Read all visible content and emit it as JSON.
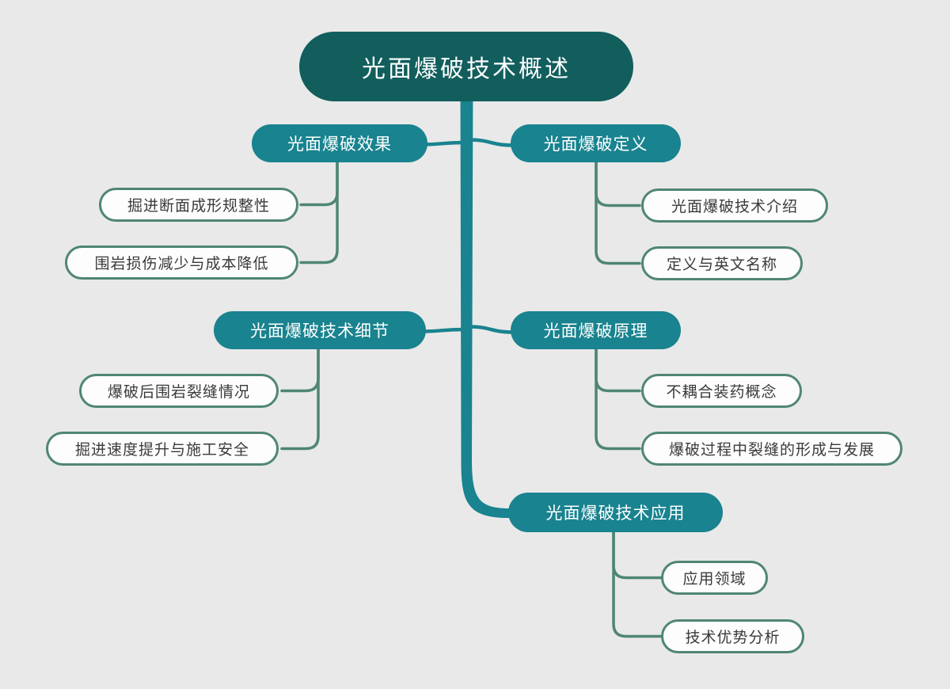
{
  "title": "光面爆破技术概述",
  "colors": {
    "background": "#e9e9e9",
    "root_fill": "#115e5d",
    "branch_fill": "#19838f",
    "trunk_line": "#19838f",
    "leaf_border": "#4f8673",
    "leaf_fill": "#fdfdfd",
    "leaf_text": "#3a3a3a",
    "node_text": "#ffffff"
  },
  "mindmap": {
    "root": {
      "label": "光面爆破技术概述"
    },
    "branches": [
      {
        "label": "光面爆破效果",
        "side": "left",
        "children": [
          "掘进断面成形规整性",
          "围岩损伤减少与成本降低"
        ]
      },
      {
        "label": "光面爆破定义",
        "side": "right",
        "children": [
          "光面爆破技术介绍",
          "定义与英文名称"
        ]
      },
      {
        "label": "光面爆破技术细节",
        "side": "left",
        "children": [
          "爆破后围岩裂缝情况",
          "掘进速度提升与施工安全"
        ]
      },
      {
        "label": "光面爆破原理",
        "side": "right",
        "children": [
          "不耦合装药概念",
          "爆破过程中裂缝的形成与发展"
        ]
      },
      {
        "label": "光面爆破技术应用",
        "side": "right",
        "children": [
          "应用领域",
          "技术优势分析"
        ]
      }
    ]
  }
}
